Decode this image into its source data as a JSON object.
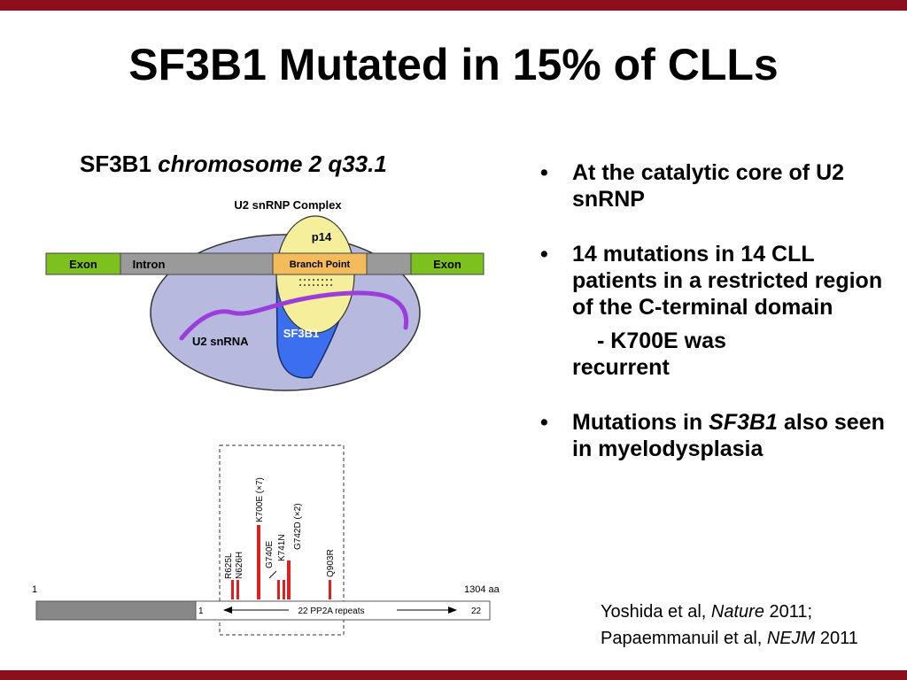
{
  "slide": {
    "title": "SF3B1 Mutated in 15% of CLLs",
    "subtitle_plain": "SF3B1 ",
    "subtitle_italic": "chromosome 2 q33.1"
  },
  "diagram": {
    "complex_label": "U2 snRNP Complex",
    "exon_left": "Exon",
    "intron": "Intron",
    "branch_point": "Branch Point",
    "exon_right": "Exon",
    "p14": "p14",
    "sf3b1": "SF3B1",
    "u2snrna": "U2 snRNA"
  },
  "mutation_map": {
    "start": "1",
    "end": "1304 aa",
    "repeat_start": "1",
    "repeat_label": "22 PP2A repeats",
    "repeat_end": "22",
    "mutations": [
      "R625L",
      "N626H",
      "K700E (×7)",
      "G740E",
      "K741N",
      "G742D (×2)",
      "Q903R"
    ]
  },
  "bullets": {
    "b1": "At the catalytic core of U2 snRNP",
    "b2": "14 mutations in 14 CLL patients in a restricted region of the C-terminal domain",
    "b2_sub": "- K700E was",
    "b2_sub_cont": "recurrent",
    "b3_pre": "Mutations in ",
    "b3_italic": "SF3B1",
    "b3_post": " also seen in myelodysplasia"
  },
  "references": {
    "r1_pre": "Yoshida et al, ",
    "r1_journal": "Nature",
    "r1_post": " 2011;",
    "r2_pre": "Papaemmanuil et al, ",
    "r2_journal": "NEJM",
    "r2_post": " 2011"
  },
  "colors": {
    "accent_bar": "#8b0f1c",
    "exon_green": "#7dc11f",
    "intron_gray": "#9a9a9a",
    "complex_lavender": "#b7b9df",
    "p14_yellow": "#f5ee9a",
    "branch_orange": "#f3bb5a",
    "sf3b1_blue": "#3b6ff0",
    "snrna_purple": "#9b3ddb",
    "mutation_red": "#e0201e"
  }
}
